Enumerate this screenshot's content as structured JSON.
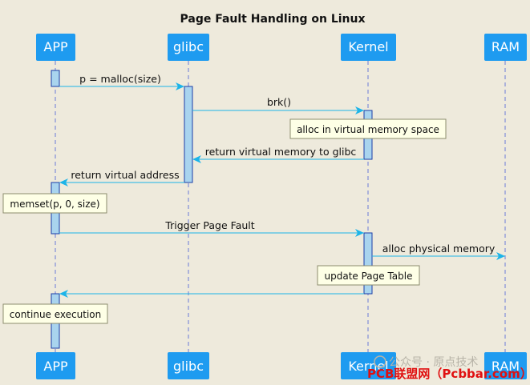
{
  "title": "Page Fault Handling on Linux",
  "participants": [
    {
      "id": "app",
      "label": "APP"
    },
    {
      "id": "glibc",
      "label": "glibc"
    },
    {
      "id": "kernel",
      "label": "Kernel"
    },
    {
      "id": "ram",
      "label": "RAM"
    }
  ],
  "messages": [
    {
      "from": "app",
      "to": "glibc",
      "label": "p = malloc(size)"
    },
    {
      "from": "glibc",
      "to": "kernel",
      "label": "brk()"
    },
    {
      "from": "kernel",
      "to": "glibc",
      "label": "return virtual memory to glibc"
    },
    {
      "from": "glibc",
      "to": "app",
      "label": "return virtual address"
    },
    {
      "from": "app",
      "to": "kernel",
      "label": "Trigger Page Fault"
    },
    {
      "from": "kernel",
      "to": "ram",
      "label": "alloc physical memory"
    },
    {
      "from": "kernel",
      "to": "app",
      "label": ""
    }
  ],
  "notes": [
    {
      "on": "kernel",
      "text": "alloc in virtual memory space"
    },
    {
      "on": "app",
      "text": "memset(p, 0, size)"
    },
    {
      "on": "kernel",
      "text": "update Page Table"
    },
    {
      "on": "app",
      "text": "continue execution"
    }
  ],
  "watermark": {
    "line1": "公众号 · 原点技术",
    "line2": "PCB联盟网（Pcbbar.com）"
  },
  "colors": {
    "background": "#EEEADC",
    "participant": "#1E9BF0",
    "lifeline": "#6B7BD8",
    "arrow": "#1CB4E8",
    "activation_fill": "#A9D4EE",
    "activation_stroke": "#1A3EA8",
    "note_fill": "#FEFFE6",
    "note_stroke": "#8C8C6E"
  }
}
